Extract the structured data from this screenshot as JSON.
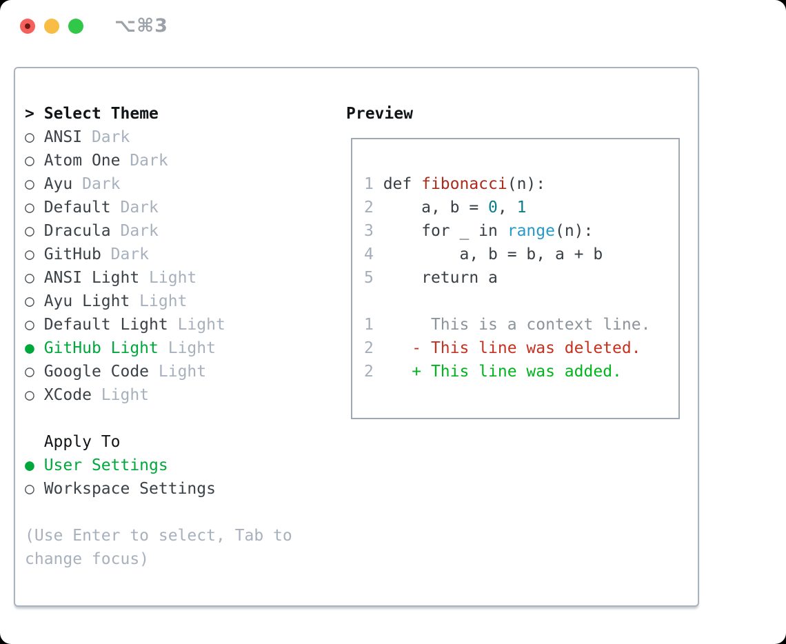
{
  "window": {
    "title": "⌥⌘3"
  },
  "traffic_lights": [
    "close",
    "minimize",
    "zoom"
  ],
  "theme_panel": {
    "header_marker": ">",
    "header": "Select Theme",
    "themes": [
      {
        "name": "ANSI",
        "variant": "Dark",
        "selected": false
      },
      {
        "name": "Atom One",
        "variant": "Dark",
        "selected": false
      },
      {
        "name": "Ayu",
        "variant": "Dark",
        "selected": false
      },
      {
        "name": "Default",
        "variant": "Dark",
        "selected": false
      },
      {
        "name": "Dracula",
        "variant": "Dark",
        "selected": false
      },
      {
        "name": "GitHub",
        "variant": "Dark",
        "selected": false
      },
      {
        "name": "ANSI Light",
        "variant": "Light",
        "selected": false
      },
      {
        "name": "Ayu Light",
        "variant": "Light",
        "selected": false
      },
      {
        "name": "Default Light",
        "variant": "Light",
        "selected": false
      },
      {
        "name": "GitHub Light",
        "variant": "Light",
        "selected": true
      },
      {
        "name": "Google Code",
        "variant": "Light",
        "selected": false
      },
      {
        "name": "XCode",
        "variant": "Light",
        "selected": false
      }
    ],
    "apply_to": {
      "header": "Apply To",
      "options": [
        {
          "label": "User Settings",
          "selected": true
        },
        {
          "label": "Workspace Settings",
          "selected": false
        }
      ]
    },
    "hint_lines": [
      "(Use Enter to select, Tab to",
      "change focus)"
    ]
  },
  "preview": {
    "title": "Preview",
    "lines": [
      {
        "gutter": "1",
        "tokens": [
          {
            "text": "def ",
            "style": "code"
          },
          {
            "text": "fibonacci",
            "style": "function"
          },
          {
            "text": "(n):",
            "style": "code"
          }
        ]
      },
      {
        "gutter": "2",
        "tokens": [
          {
            "text": "    a, b = ",
            "style": "code"
          },
          {
            "text": "0",
            "style": "number"
          },
          {
            "text": ", ",
            "style": "code"
          },
          {
            "text": "1",
            "style": "number"
          }
        ]
      },
      {
        "gutter": "3",
        "tokens": [
          {
            "text": "    for _ in ",
            "style": "code"
          },
          {
            "text": "range",
            "style": "builtin"
          },
          {
            "text": "(n):",
            "style": "code"
          }
        ]
      },
      {
        "gutter": "4",
        "tokens": [
          {
            "text": "        a, b = b, a + b",
            "style": "code"
          }
        ]
      },
      {
        "gutter": "5",
        "tokens": [
          {
            "text": "    return a",
            "style": "code"
          }
        ]
      },
      {
        "gutter": "",
        "tokens": []
      },
      {
        "gutter": "1",
        "tokens": [
          {
            "text": "     This is a context line.",
            "style": "context"
          }
        ]
      },
      {
        "gutter": "2",
        "tokens": [
          {
            "text": "   ",
            "style": "code"
          },
          {
            "text": "- This line was deleted.",
            "style": "deleted"
          }
        ]
      },
      {
        "gutter": "2",
        "tokens": [
          {
            "text": "   ",
            "style": "code"
          },
          {
            "text": "+ This line was added.",
            "style": "added"
          }
        ]
      }
    ]
  },
  "icons": {
    "radio_unselected": "○",
    "radio_selected": "●"
  },
  "colors": {
    "selected_green": "#00a83c",
    "item_text": "#3a4147",
    "muted_gray": "#a7b1bd",
    "header_black": "#101417",
    "gutter_gray": "#a4aebb",
    "code_text": "#373e44",
    "function_red": "#ab2a1c",
    "number_teal": "#0b7d87",
    "builtin_blue": "#259ac9",
    "context_gray": "#8b939b",
    "deleted_red": "#c7301f",
    "added_green": "#00b41d",
    "panel_border": "#a9b3bd",
    "traffic_red": "#f4605c",
    "traffic_yellow": "#f7bd45",
    "traffic_green": "#31c748"
  }
}
